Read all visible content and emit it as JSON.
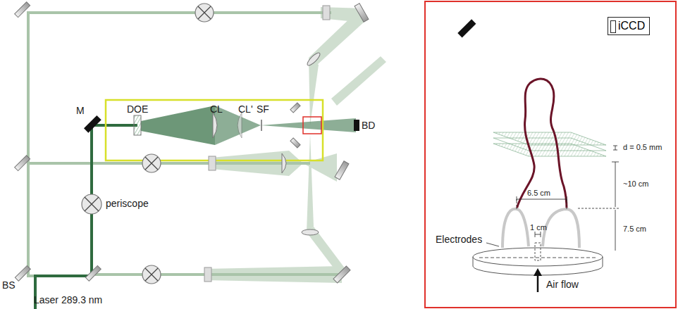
{
  "diagram": {
    "nodes": [
      {
        "text": [
          "iCCD"
        ]
      }
    ],
    "labels": [
      "M",
      "DOE",
      "CL",
      "CL'",
      "SF",
      "BD",
      "periscope",
      "BS",
      "Laser 289.3 nm",
      "d = 0.5 mm",
      "~10 cm",
      "6.5 cm",
      "7.5 cm",
      "1 cm",
      "Electrodes",
      "Air flow"
    ]
  }
}
